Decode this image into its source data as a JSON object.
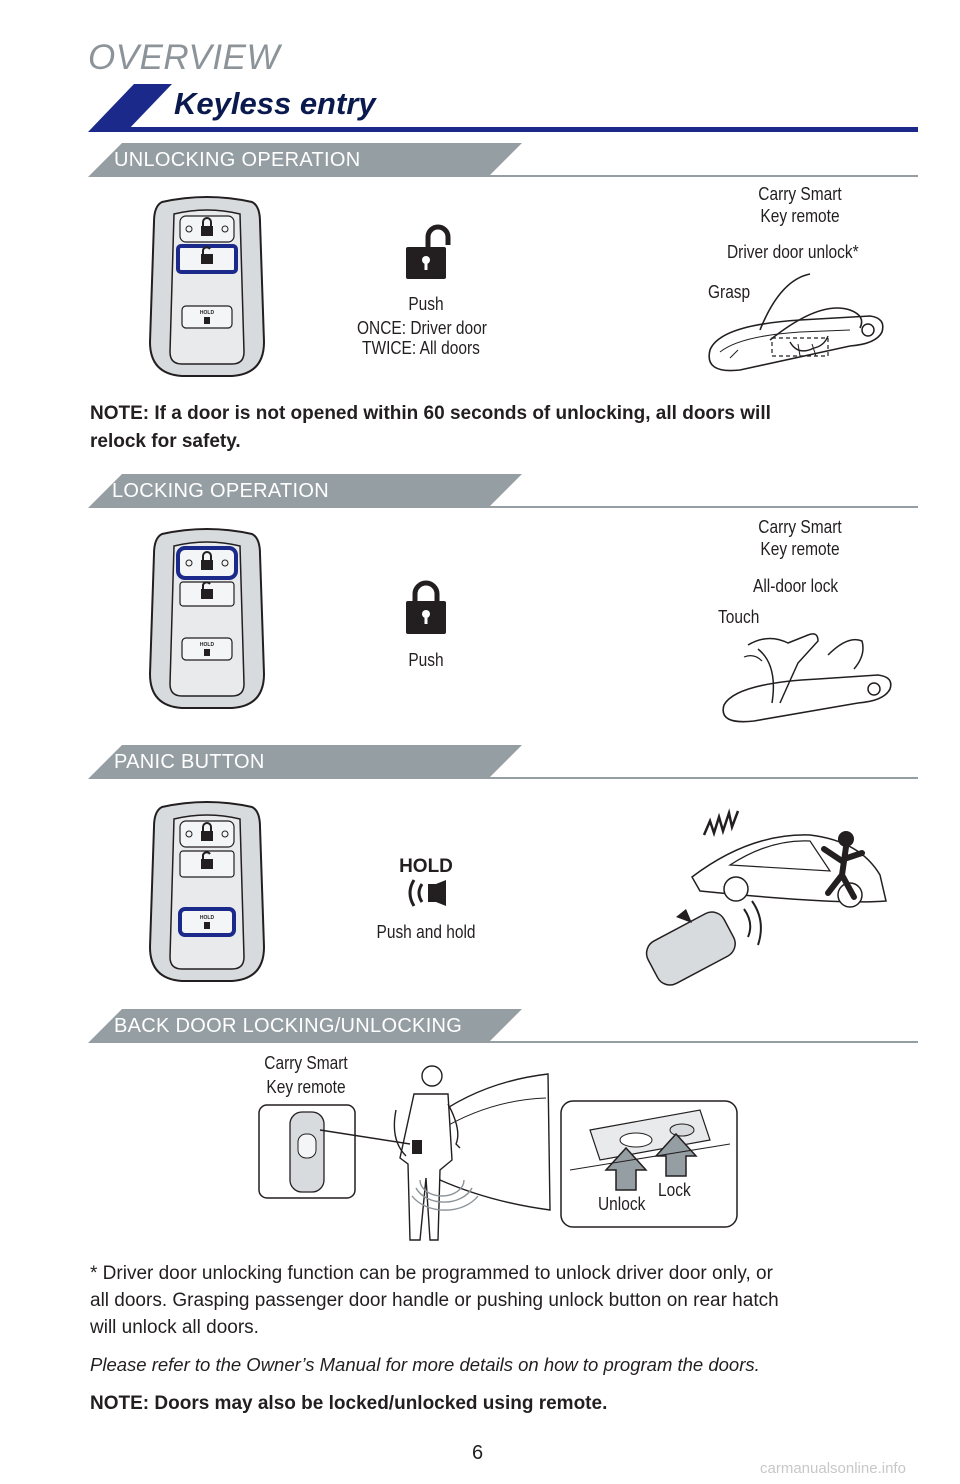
{
  "header": {
    "overview": "OVERVIEW",
    "title": "Keyless entry",
    "accent_color": "#1b2a8a",
    "gray_color": "#8c9499"
  },
  "unlocking": {
    "label": "UNLOCKING OPERATION",
    "push": "Push",
    "once": "ONCE: Driver door",
    "twice": "TWICE: All doors",
    "carry1": "Carry Smart",
    "carry2": "Key remote",
    "driver_unlock": "Driver door unlock*",
    "grasp": "Grasp",
    "note1": "NOTE: If a door is not opened within 60 seconds of unlocking, all doors will",
    "note2": "relock for safety."
  },
  "locking": {
    "label": "LOCKING OPERATION",
    "push": "Push",
    "carry1": "Carry Smart",
    "carry2": "Key remote",
    "all_door": "All-door lock",
    "touch": "Touch"
  },
  "panic": {
    "label": "PANIC BUTTON",
    "hold": "HOLD",
    "push_hold": "Push and hold"
  },
  "backdoor": {
    "label": "BACK DOOR LOCKING/UNLOCKING",
    "carry1": "Carry Smart",
    "carry2": "Key remote",
    "unlock": "Unlock",
    "lock": "Lock"
  },
  "fob": {
    "hold": "HOLD"
  },
  "footer": {
    "body1": "* Driver door unlocking function can be programmed to unlock driver door only, or",
    "body2": "all doors. Grasping passenger door handle or pushing unlock button on rear hatch",
    "body3": "will unlock all doors.",
    "italic": "Please refer to the Owner’s Manual for more details on how to program the doors.",
    "note": "NOTE: Doors may also be locked/unlocked using remote.",
    "page": "6",
    "watermark": "carmanualsonline.info"
  }
}
